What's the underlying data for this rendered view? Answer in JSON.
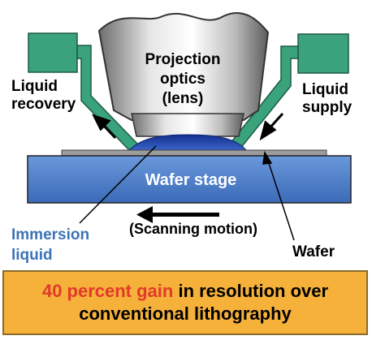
{
  "lens": {
    "line1": "Projection",
    "line2": "optics",
    "line3": "(lens)"
  },
  "labels": {
    "liquid_recovery_1": "Liquid",
    "liquid_recovery_2": "recovery",
    "liquid_supply_1": "Liquid",
    "liquid_supply_2": "supply",
    "wafer_stage": "Wafer stage",
    "immersion_1": "Immersion",
    "immersion_2": "liquid",
    "scanning": "(Scanning motion)",
    "wafer": "Wafer"
  },
  "banner": {
    "highlight": "40 percent gain",
    "rest": " in resolution over",
    "line2": "conventional lithography"
  },
  "colors": {
    "green": "#3aa37c",
    "stage": "#4b7fc9",
    "liquid": "#1f3fa8",
    "banner": "#f5b13a",
    "highlight": "#e2392b",
    "immersion_text": "#3d73b6"
  }
}
